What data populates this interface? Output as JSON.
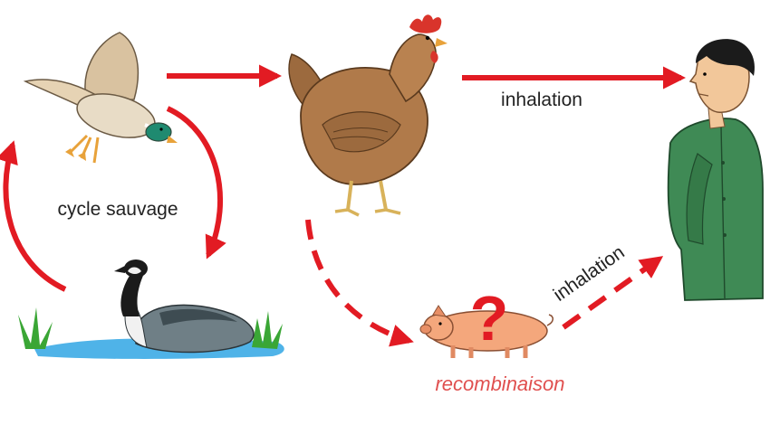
{
  "labels": {
    "wild_cycle": "cycle sauvage",
    "inhalation_top": "inhalation",
    "inhalation_diagonal": "inhalation",
    "recombination": "recombinaison",
    "question_mark": "?"
  },
  "colors": {
    "arrow": "#e21b23",
    "recombination_text": "#e0504f",
    "question_mark": "#e21b23",
    "text": "#222222",
    "water": "#4fb3e8",
    "grass": "#3aa635",
    "hen": "#b07a4a",
    "pig": "#f4a77c",
    "person_clothes": "#3f8a55"
  },
  "icons": [
    "duck-icon",
    "goose-icon",
    "hen-icon",
    "pig-icon",
    "person-icon"
  ]
}
